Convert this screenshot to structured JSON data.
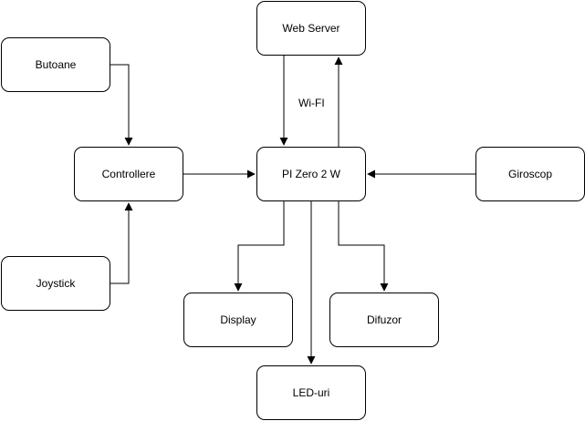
{
  "diagram": {
    "nodes": {
      "web_server": "Web Server",
      "butoane": "Butoane",
      "controllere": "Controllere",
      "pi_zero": "PI Zero 2 W",
      "giroscop": "Giroscop",
      "joystick": "Joystick",
      "display": "Display",
      "difuzor": "Difuzor",
      "led_uri": "LED-uri"
    },
    "edges": [
      {
        "from": "butoane",
        "to": "controllere",
        "label": ""
      },
      {
        "from": "joystick",
        "to": "controllere",
        "label": ""
      },
      {
        "from": "controllere",
        "to": "pi_zero",
        "label": ""
      },
      {
        "from": "giroscop",
        "to": "pi_zero",
        "label": ""
      },
      {
        "from": "web_server",
        "to": "pi_zero",
        "label": ""
      },
      {
        "from": "pi_zero",
        "to": "web_server",
        "label": ""
      },
      {
        "from": "pi_zero",
        "to": "display",
        "label": ""
      },
      {
        "from": "pi_zero",
        "to": "led_uri",
        "label": ""
      },
      {
        "from": "pi_zero",
        "to": "difuzor",
        "label": ""
      }
    ],
    "wifi_label": "Wi-FI",
    "colors": {
      "stroke": "#000000",
      "fill": "#ffffff",
      "text": "#000000"
    }
  }
}
